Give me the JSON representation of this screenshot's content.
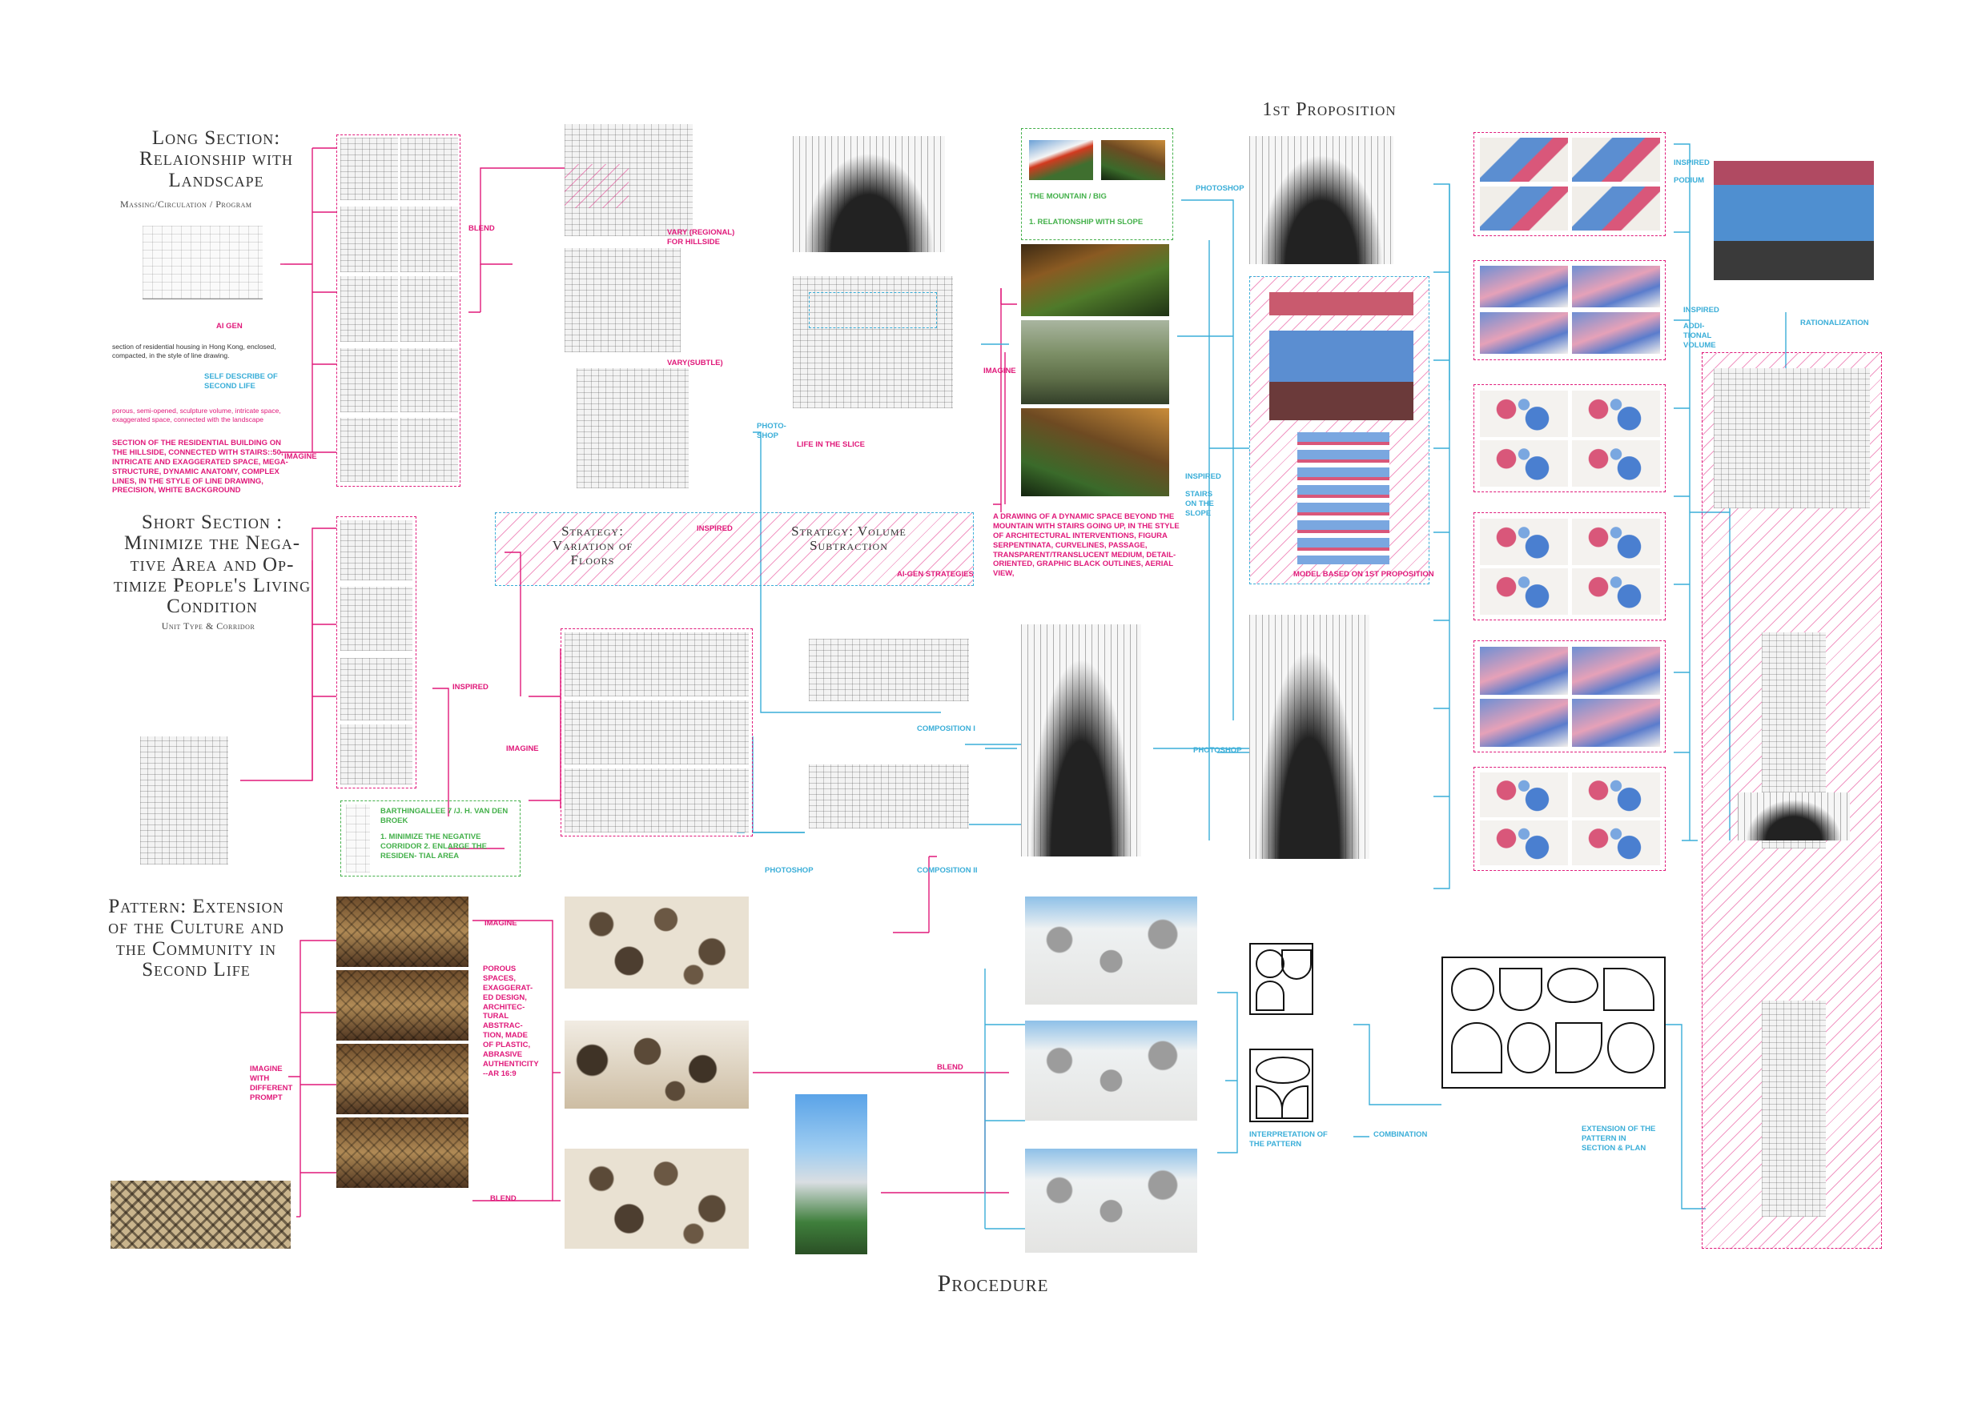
{
  "headings": {
    "long_section": "Long Section: Relaionship with Landscape",
    "long_section_sub": "Massing/Circulation / Program",
    "short_section": "Short Section : Minimize the Nega- tive Area and Op- timize People's Living Condition",
    "short_section_sub": "Unit Type & Corridor",
    "pattern": "Pattern: Extension of the Culture and the Community in Second Life",
    "first_proposition": "1st Proposition",
    "procedure": "Procedure"
  },
  "labels": {
    "ai_gen": "AI GEN",
    "prompt_housing": "section of residential housing in Hong Kong, enclosed, compacted, in the style of line drawing.",
    "self_describe": "SELF DESCRIBE OF SECOND LIFE",
    "porous_prompt": "porous, semi-opened, sculpture volume, intricate space, exaggerated space, connected with the landscape",
    "long_prompt": "SECTION OF THE RESIDENTIAL BUILDING ON THE HILLSIDE, CONNECTED WITH STAIRS::50, INTRICATE AND EXAGGERATED SPACE, MEGA-STRUCTURE, DYNAMIC ANATOMY, COMPLEX LINES, IN THE STYLE OF LINE DRAWING, PRECISION, WHITE BACKGROUND",
    "imagine": "IMAGINE",
    "blend": "BLEND",
    "vary_regional": "VARY (REGIONAL) FOR HILLSIDE",
    "vary_subtle": "VARY(SUBTLE)",
    "photoshop": "PHOTO- SHOP",
    "life_in_slice": "LIFE IN THE SLICE",
    "mountain_big": "THE MOUNTAIN / BIG",
    "relationship_slope": "1. RELATIONSHIP WITH SLOPE",
    "imagine_mid": "IMAGINE",
    "dynamic_prompt": "A DRAWING OF A DYNAMIC SPACE BEYOND THE MOUNTAIN WITH STAIRS GOING UP, IN THE STYLE OF ARCHITECTURAL INTERVENTIONS, FIGURA SERPENTINATA, CURVELINES, PASSAGE, TRANSPARENT/TRANSLUCENT MEDIUM, DETAIL-ORIENTED, GRAPHIC BLACK OUTLINES, AERIAL VIEW,",
    "strategy_floors": "Strategy: Variation of Floors",
    "strategy_inspired": "INSPIRED",
    "strategy_volume": "Strategy: Volume Subtraction",
    "ai_gen_strategies": "AI-GEN STRATEGIES",
    "photoshop_top": "PHOTOSHOP",
    "inspired_stairs": "INSPIRED",
    "stairs_slope": "STAIRS ON THE SLOPE",
    "model_based": "MODEL BASED ON 1ST PROPOSITION",
    "inspired_podium": "INSPIRED",
    "podium": "PODIUM",
    "inspired_additional": "INSPIRED",
    "additional_volume": "ADDI- TIONAL VOLUME",
    "rationalization": "RATIONALIZATION",
    "inspired_short": "INSPIRED",
    "imagine_short": "IMAGINE",
    "composition_1": "COMPOSITION I",
    "composition_2": "COMPOSITION II",
    "photoshop_short": "PHOTOSHOP",
    "photoshop_mid": "PHOTOSHOP",
    "barthingallee": "BARTHINGALLEE 7 /J. H. VAN DEN BROEK",
    "minimize_corridor": "1. MINIMIZE THE NEGATIVE CORRIDOR 2. ENLARGE THE RESIDEN- TIAL AREA",
    "imagine_pattern": "IMAGINE",
    "porous_spaces": "POROUS SPACES, EXAGGERAT- ED DESIGN, ARCHITEC- TURAL ABSTRAC- TION, MADE OF PLASTIC, ABRASIVE AUTHENTICITY --AR 16:9",
    "imagine_different": "IMAGINE WITH DIFFERENT PROMPT",
    "blend_pattern": "BLEND",
    "blend_bottom": "BLEND",
    "interpretation": "INTERPRETATION OF THE PATTERN",
    "combination": "COMBINATION",
    "extension_pattern": "EXTENSION OF THE PATTERN IN SECTION & PLAN"
  },
  "colors": {
    "pink": "#e0197a",
    "blue": "#3aaed8",
    "green": "#43b04a",
    "model_blue": "#5b8ed1",
    "model_pink": "#d9577a"
  }
}
